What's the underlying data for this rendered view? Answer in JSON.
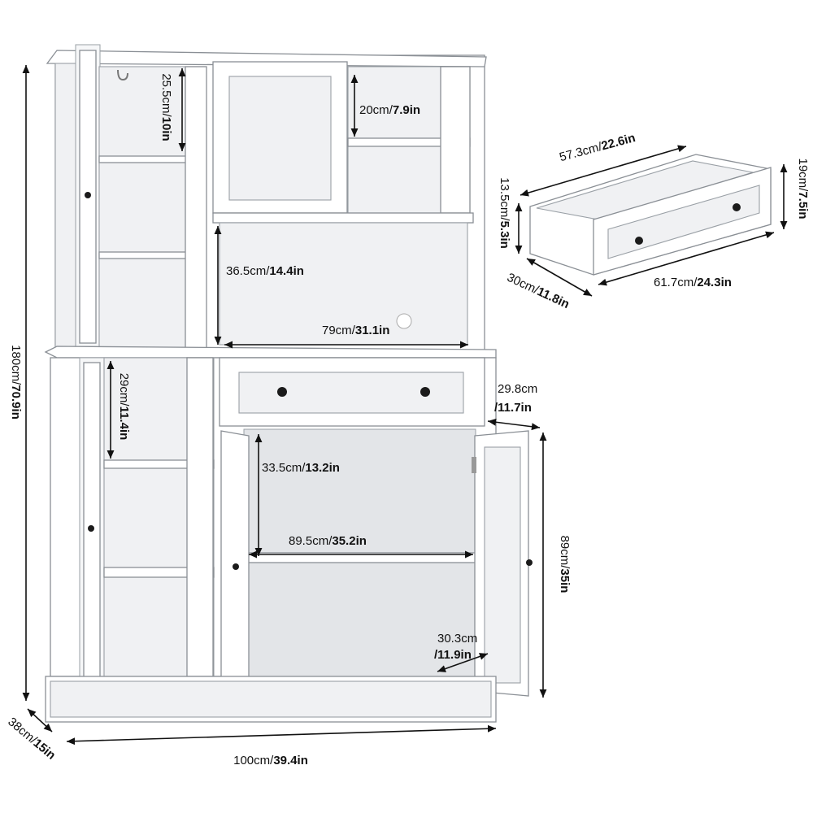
{
  "dimensions": {
    "overall_height": {
      "metric": "180cm",
      "imperial": "70.9in"
    },
    "overall_width": {
      "metric": "100cm",
      "imperial": "39.4in"
    },
    "overall_depth": {
      "metric": "38cm",
      "imperial": "15in"
    },
    "top_left_shelf": {
      "metric": "25.5cm",
      "imperial": "10in"
    },
    "top_right_shelf": {
      "metric": "20cm",
      "imperial": "7.9in"
    },
    "microwave_height": {
      "metric": "36.5cm",
      "imperial": "14.4in"
    },
    "microwave_width": {
      "metric": "79cm",
      "imperial": "31.1in"
    },
    "lower_left_shelf": {
      "metric": "29cm",
      "imperial": "11.4in"
    },
    "base_cabinet_depth": {
      "metric": "29.8cm",
      "imperial": "/11.7in"
    },
    "base_cabinet_shelf": {
      "metric": "33.5cm",
      "imperial": "13.2in"
    },
    "base_cabinet_width": {
      "metric": "89.5cm",
      "imperial": "35.2in"
    },
    "base_height": {
      "metric": "89cm",
      "imperial": "35in"
    },
    "inner_depth": {
      "metric": "30.3cm",
      "imperial": "/11.9in"
    },
    "drawer_inner_width": {
      "metric": "57.3cm",
      "imperial": "22.6in"
    },
    "drawer_outer_width": {
      "metric": "61.7cm",
      "imperial": "24.3in"
    },
    "drawer_depth": {
      "metric": "30cm",
      "imperial": "11.8in"
    },
    "drawer_inner_height": {
      "metric": "13.5cm",
      "imperial": "5.3in"
    },
    "drawer_front_height": {
      "metric": "19cm",
      "imperial": "7.5in"
    }
  }
}
